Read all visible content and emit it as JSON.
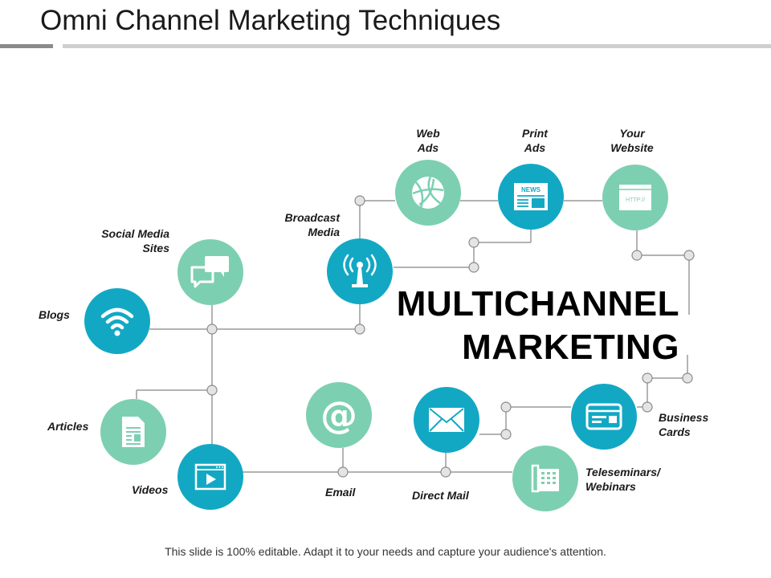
{
  "title": "Omni Channel Marketing Techniques",
  "center": {
    "line1": "MULTICHANNEL",
    "line2": "MARKETING"
  },
  "footer": "This slide is 100% editable. Adapt it to your needs and capture your audience's attention.",
  "colors": {
    "teal": "#12a8c4",
    "mint": "#7dcfb2",
    "wire": "#9a9a9a",
    "joint_fill": "#e4e4e4"
  },
  "nodes": {
    "blogs": {
      "label": "Blogs",
      "icon": "wifi-icon"
    },
    "social": {
      "label_line1": "Social Media",
      "label_line2": "Sites",
      "icon": "chat-bubbles-icon"
    },
    "articles": {
      "label": "Articles",
      "icon": "document-icon"
    },
    "videos": {
      "label": "Videos",
      "icon": "video-player-icon"
    },
    "broadcast": {
      "label_line1": "Broadcast",
      "label_line2": "Media",
      "icon": "antenna-icon"
    },
    "webads": {
      "label_line1": "Web",
      "label_line2": "Ads",
      "icon": "globe-icon"
    },
    "printads": {
      "label_line1": "Print",
      "label_line2": "Ads",
      "icon": "newspaper-icon",
      "icon_text": "NEWS"
    },
    "website": {
      "label_line1": "Your",
      "label_line2": "Website",
      "icon": "browser-window-icon",
      "icon_text": "HTTP://"
    },
    "email": {
      "label": "Email",
      "icon": "at-sign-icon",
      "icon_text": "@"
    },
    "directmail": {
      "label": "Direct Mail",
      "icon": "envelope-icon"
    },
    "teleseminars": {
      "label_line1": "Teleseminars/",
      "label_line2": "Webinars",
      "icon": "phone-icon"
    },
    "businesscards": {
      "label_line1": "Business",
      "label_line2": "Cards",
      "icon": "card-icon"
    }
  }
}
